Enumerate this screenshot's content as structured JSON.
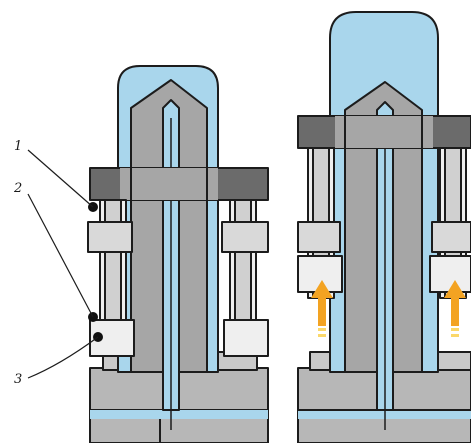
{
  "callouts": [
    {
      "id": "1",
      "text": "1"
    },
    {
      "id": "2",
      "text": "2"
    },
    {
      "id": "3",
      "text": "3"
    }
  ],
  "colors": {
    "fluid_blue": "#a9d6ec",
    "outline": "#1c1c1c",
    "cap_grey": "#6b6b6b",
    "body_grey": "#a6a6a6",
    "light_grey": "#d9d9d9",
    "white_parts": "#efefef",
    "arrow_orange": "#f3a322",
    "arrow_yellow": "#fbd86a"
  },
  "icons": {
    "dot": "filled-circle",
    "arrow": "up-arrow-icon"
  }
}
